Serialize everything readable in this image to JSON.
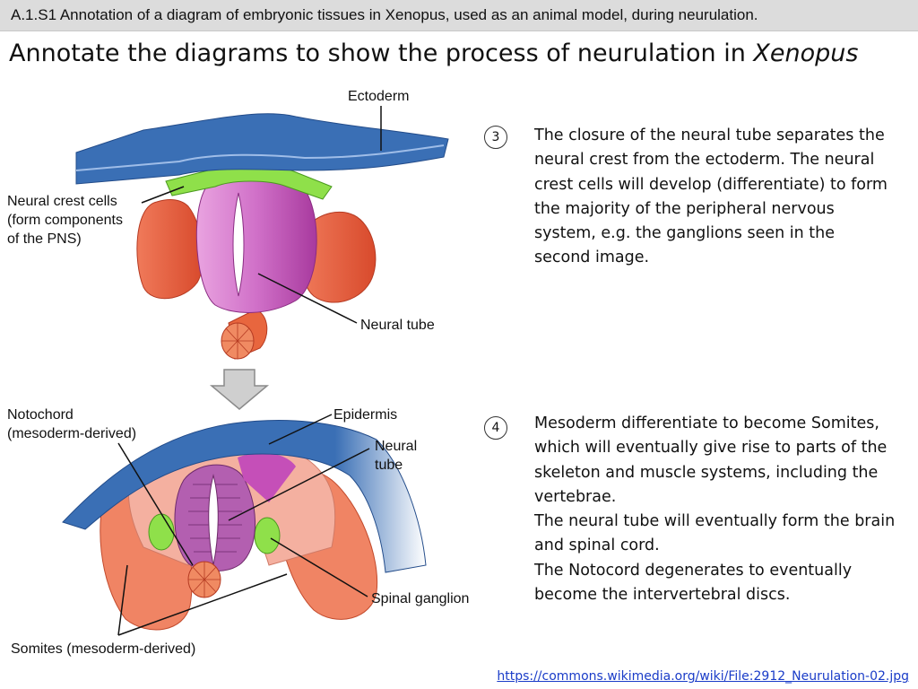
{
  "header": {
    "caption": "A.1.S1 Annotation of a diagram of embryonic tissues in Xenopus, used as an animal model, during neurulation.",
    "title_main": "Annotate the diagrams to show the process of neurulation in ",
    "title_italic": "Xenopus"
  },
  "diagram_top": {
    "labels": {
      "ectoderm": "Ectoderm",
      "neural_crest_1": "Neural crest cells",
      "neural_crest_2": "(form components",
      "neural_crest_3": "of the PNS)",
      "neural_tube": "Neural tube"
    }
  },
  "diagram_bottom": {
    "labels": {
      "notochord_1": "Notochord",
      "notochord_2": "(mesoderm-derived)",
      "epidermis": "Epidermis",
      "neural_tube_1": "Neural",
      "neural_tube_2": "tube",
      "spinal_ganglion": "Spinal ganglion",
      "somites": "Somites (mesoderm-derived)"
    }
  },
  "steps": [
    {
      "number": "3",
      "lines": [
        "The closure of the neural tube separates the neural crest from the ectoderm. The neural crest cells will develop (differentiate) to form the majority of the peripheral nervous system, e.g. the ganglions seen in the second image."
      ]
    },
    {
      "number": "4",
      "lines": [
        "Mesoderm differentiate to become Somites, which will eventually give rise to parts of the skeleton and muscle systems, including the vertebrae.",
        "The neural tube will eventually form the brain and spinal cord.",
        "The Notocord degenerates to eventually become the intervertebral discs."
      ]
    }
  ],
  "footer": {
    "source_link": "https://commons.wikimedia.org/wiki/File:2912_Neurulation-02.jpg"
  },
  "colors": {
    "ectoderm": "#3a6fb5",
    "neural_crest": "#8fe04a",
    "neural_tube": "#c54fb8",
    "somite": "#e8563a",
    "notochord": "#e8663e"
  }
}
